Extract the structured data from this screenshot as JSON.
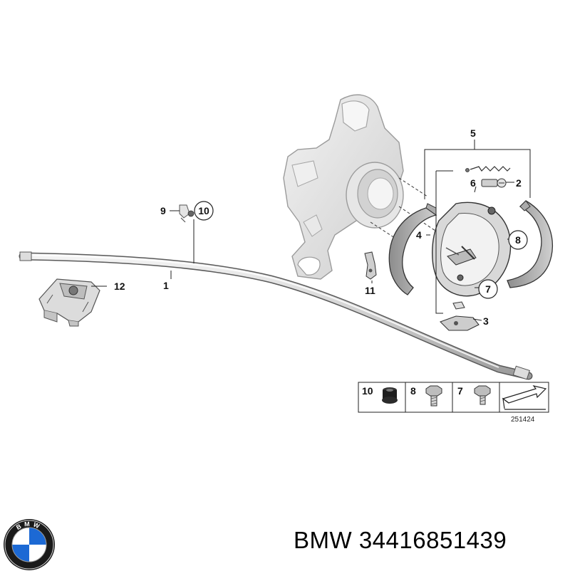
{
  "callouts": {
    "c1": "1",
    "c2": "2",
    "c3": "3",
    "c4": "4",
    "c5": "5",
    "c6": "6",
    "c7": "7",
    "c8": "8",
    "c9": "9",
    "c10": "10",
    "c11": "11",
    "c12": "12"
  },
  "legend": {
    "item10": "10",
    "item8": "8",
    "item7": "7",
    "ref_number": "251424"
  },
  "logo": {
    "letters": "BMW",
    "colors": {
      "blue": "#1c69d4",
      "black": "#1a1a1a",
      "white": "#ffffff"
    }
  },
  "caption": {
    "brand": "BMW",
    "part_number": "34416851439"
  }
}
